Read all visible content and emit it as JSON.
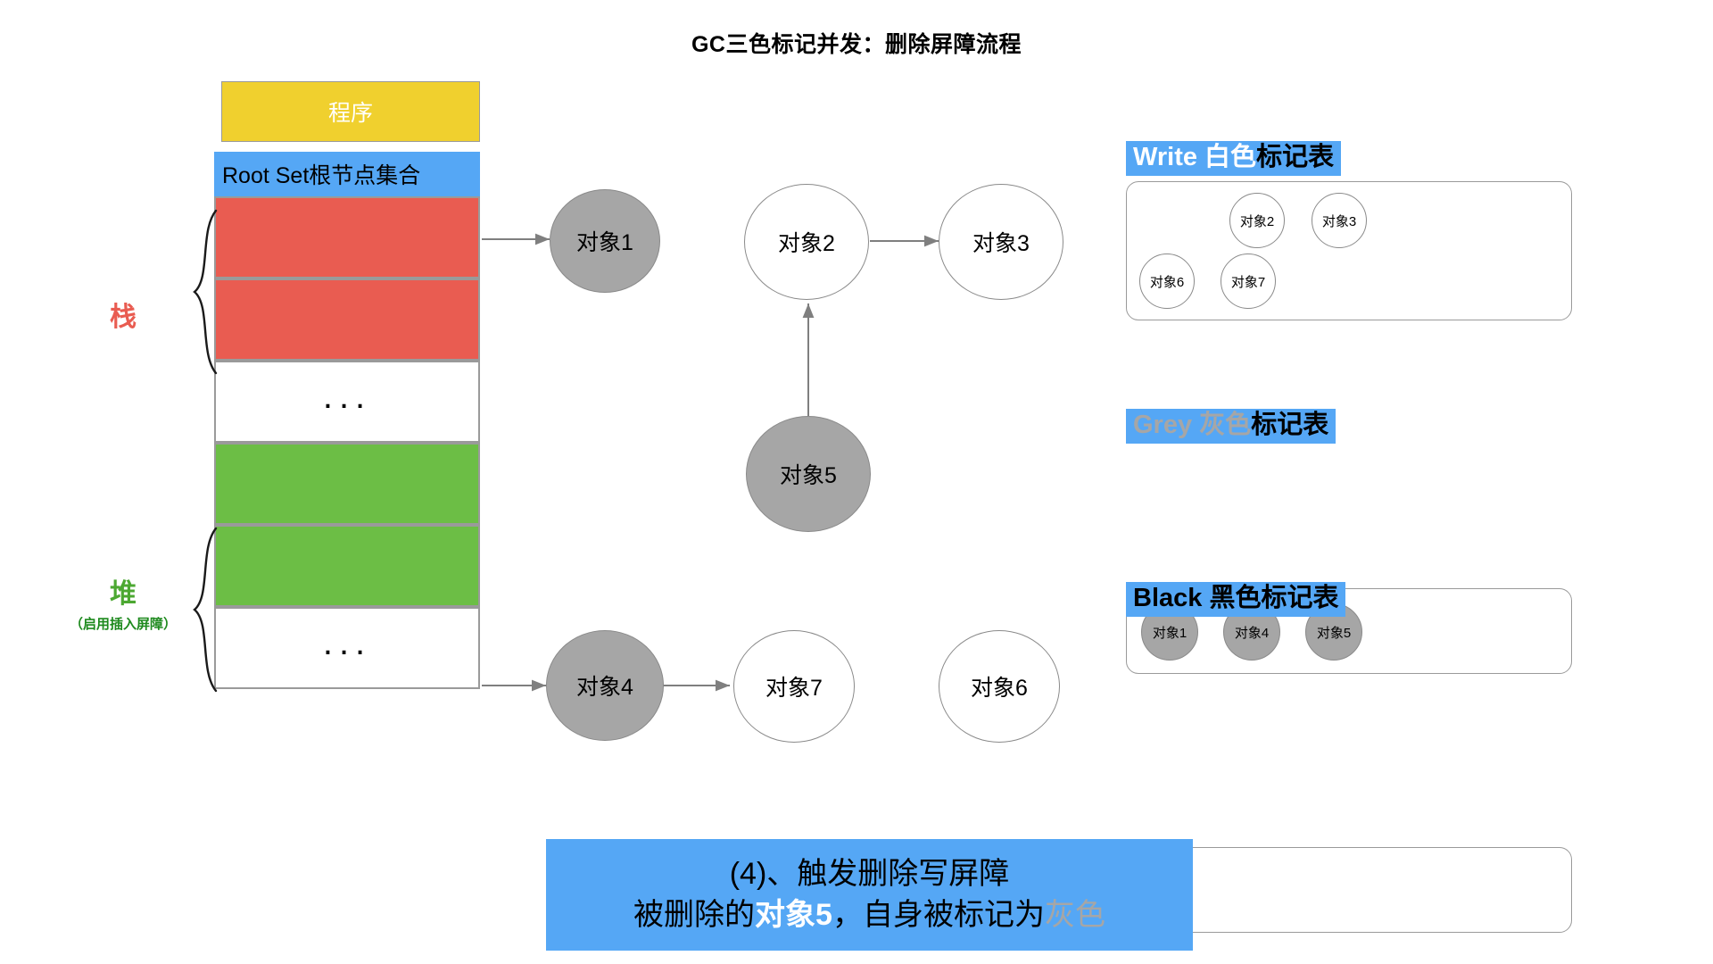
{
  "title": "GC三色标记并发：删除屏障流程",
  "memory": {
    "program_label": "程序",
    "rootset_label": "Root Set根节点集合",
    "cells": [
      {
        "kind": "red",
        "label": ""
      },
      {
        "kind": "red",
        "label": ""
      },
      {
        "kind": "blank",
        "label": "..."
      },
      {
        "kind": "green",
        "label": ""
      },
      {
        "kind": "green",
        "label": ""
      },
      {
        "kind": "blank",
        "label": "..."
      }
    ],
    "stack_label": "栈",
    "heap_label": "堆",
    "heap_sublabel": "（启用插入屏障）"
  },
  "graph": {
    "nodes": [
      {
        "id": "obj1",
        "label": "对象1",
        "color": "grey"
      },
      {
        "id": "obj2",
        "label": "对象2",
        "color": "white"
      },
      {
        "id": "obj3",
        "label": "对象3",
        "color": "white"
      },
      {
        "id": "obj5",
        "label": "对象5",
        "color": "grey"
      },
      {
        "id": "obj4",
        "label": "对象4",
        "color": "grey"
      },
      {
        "id": "obj7",
        "label": "对象7",
        "color": "white"
      },
      {
        "id": "obj6",
        "label": "对象6",
        "color": "white"
      }
    ],
    "edges": [
      {
        "from": "rootset-red",
        "to": "obj1"
      },
      {
        "from": "obj2",
        "to": "obj3"
      },
      {
        "from": "obj5",
        "to": "obj2"
      },
      {
        "from": "rootset-green",
        "to": "obj4"
      },
      {
        "from": "obj4",
        "to": "obj7"
      }
    ]
  },
  "mark_tables": [
    {
      "id": "white-table",
      "title_en": "Write ",
      "title_color_word": "白色",
      "title_suffix": "标记表",
      "title_en_style": "white",
      "color_word_style": "white",
      "items": [
        {
          "label": "对象2",
          "color": "white"
        },
        {
          "label": "对象3",
          "color": "white"
        },
        {
          "label": "对象6",
          "color": "white"
        },
        {
          "label": "对象7",
          "color": "white"
        }
      ]
    },
    {
      "id": "grey-table",
      "title_en": "Grey ",
      "title_color_word": "灰色",
      "title_suffix": "标记表",
      "title_en_style": "grey",
      "color_word_style": "grey",
      "items": [
        {
          "label": "对象1",
          "color": "grey"
        },
        {
          "label": "对象4",
          "color": "grey"
        },
        {
          "label": "对象5",
          "color": "grey"
        }
      ]
    },
    {
      "id": "black-table",
      "title_en": "Black ",
      "title_color_word": "黑色",
      "title_suffix": "标记表",
      "title_en_style": "black",
      "color_word_style": "black",
      "items": []
    }
  ],
  "caption": {
    "line1": "(4)、触发删除写屏障",
    "line2_a": "被删除的",
    "line2_b": "对象5",
    "line2_c": "，自身被标记为",
    "line2_d": "灰色"
  },
  "colors": {
    "accent_blue": "#55A7F5",
    "program_yellow": "#F0D02E",
    "stack_red": "#E95C51",
    "heap_green": "#6CBE45",
    "node_grey": "#A6A6A6"
  }
}
